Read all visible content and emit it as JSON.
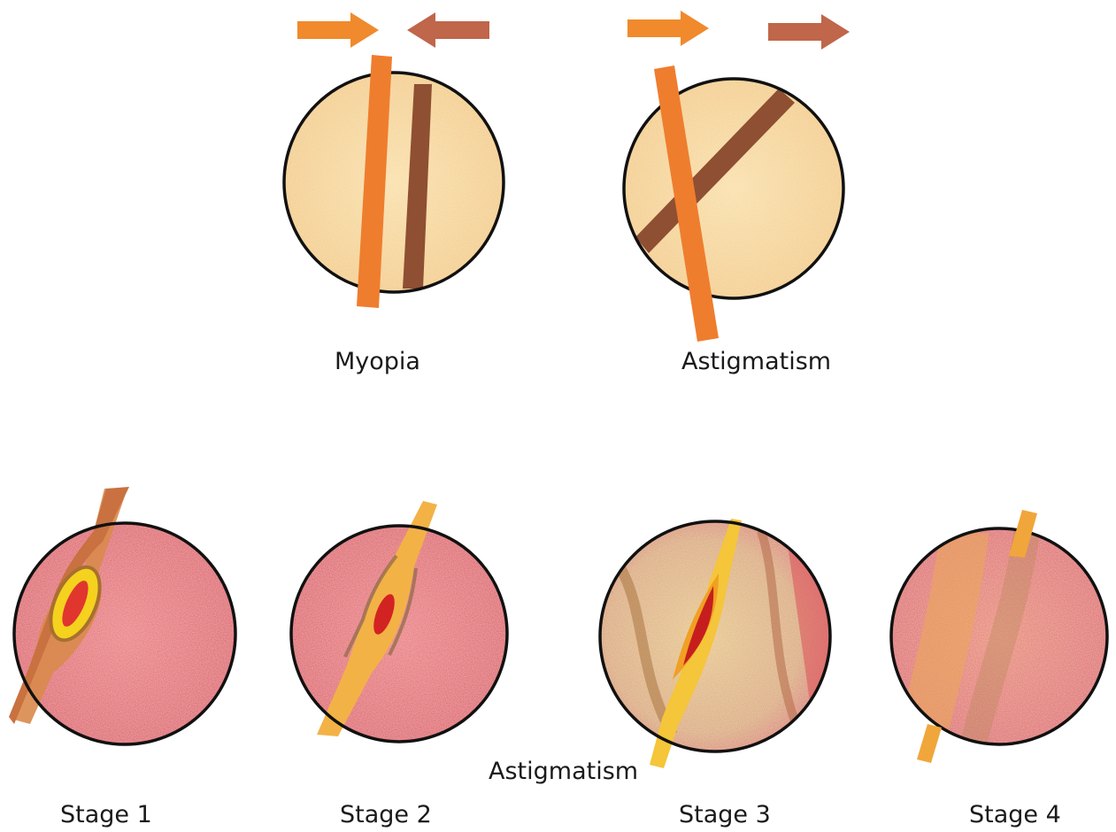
{
  "labels": {
    "top_left": "Myopia",
    "top_right": "Astigmatism",
    "bottom_center": "Astigmatism",
    "stage_1": "Stage 1",
    "stage_2": "Stage 2",
    "stage_3": "Stage 3",
    "stage_4": "Stage 4"
  },
  "colors": {
    "orange_band": "#ef7d2e",
    "brown_band": "#8f4f32",
    "arrow_orange": "#f08a2c",
    "arrow_brown": "#c0664a",
    "disc_yellow": "#f6d48c",
    "disc_red": "#e25a62",
    "outline": "#111111"
  },
  "icons": [
    "arrow-right-icon",
    "arrow-left-icon"
  ]
}
